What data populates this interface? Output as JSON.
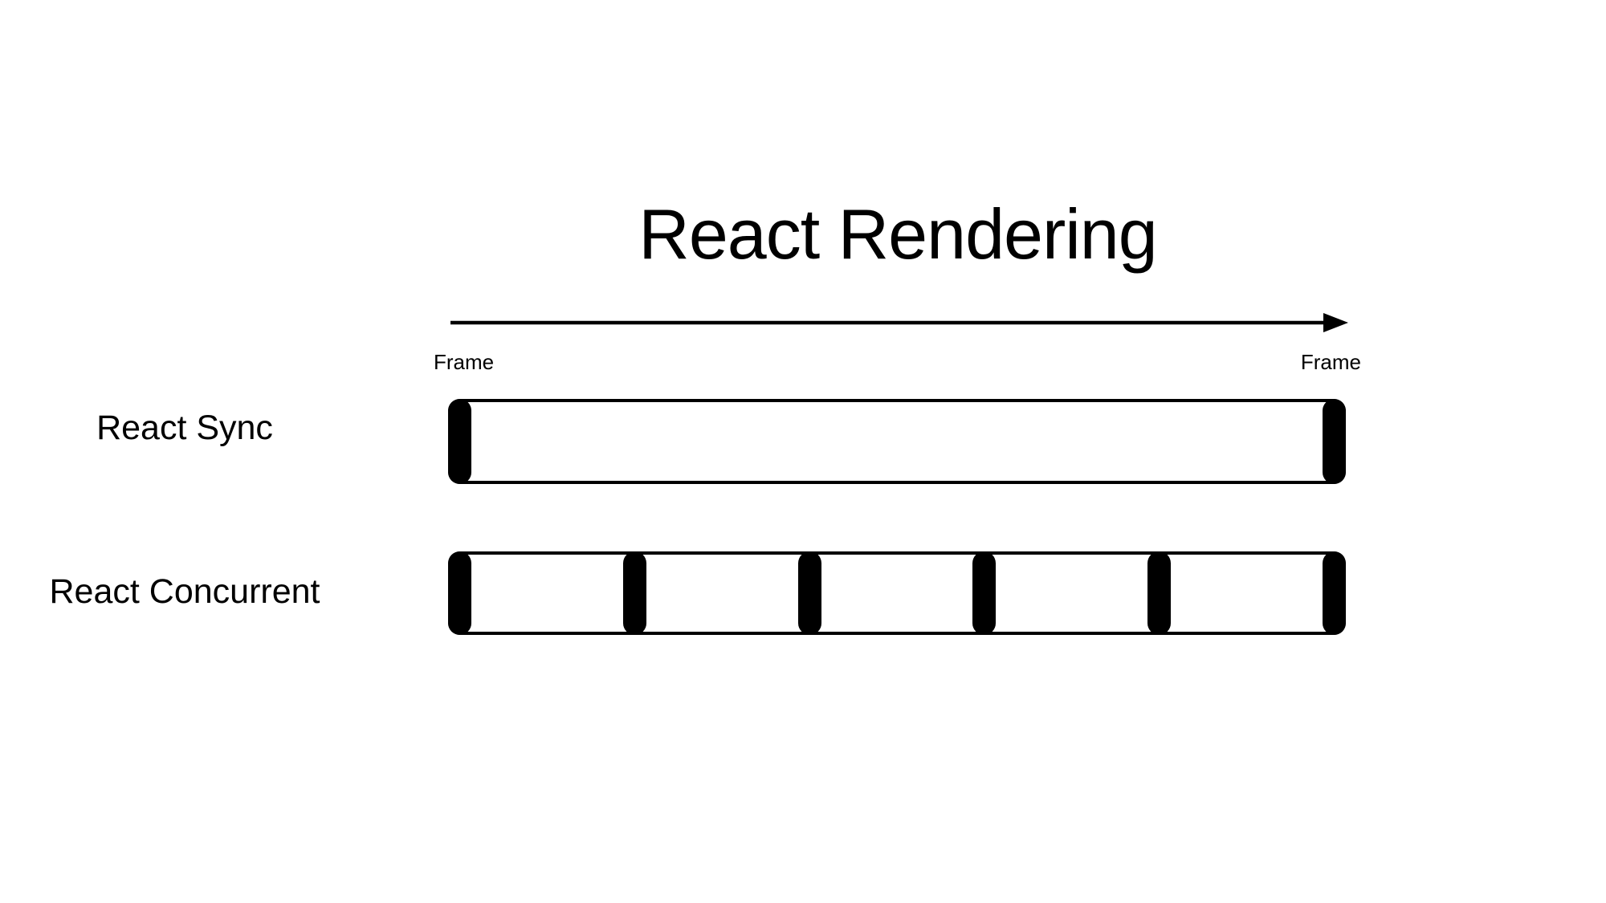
{
  "title": "React Rendering",
  "time_axis": {
    "direction": "left-to-right",
    "start_label": "Frame",
    "end_label": "Frame"
  },
  "rows": [
    {
      "id": "react-sync",
      "label": "React Sync",
      "marker_count": 2,
      "segment_count": 1
    },
    {
      "id": "react-concurrent",
      "label": "React Concurrent",
      "marker_count": 6,
      "segment_count": 5
    }
  ],
  "colors": {
    "ink": "#000000",
    "background": "#ffffff"
  }
}
